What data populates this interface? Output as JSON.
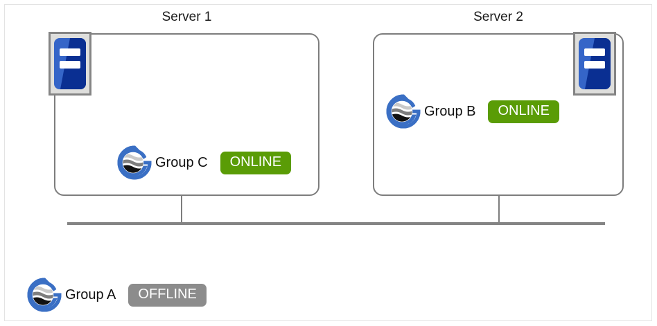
{
  "diagram": {
    "type": "cluster-topology",
    "background_color": "#ffffff",
    "frame_color": "#e3e3e3",
    "line_color": "#7d7d7d",
    "bus_line_color": "#848484"
  },
  "colors": {
    "online": "#5a9c06",
    "offline": "#8c8c8c",
    "logo_blue": "#3a6fc4",
    "server_icon_blue_light": "#3565c8",
    "server_icon_blue_dark": "#0a2f92",
    "server_icon_frame": "#848484",
    "server_icon_fill": "#dededc",
    "box_border": "#7d7d7d",
    "text": "#111111"
  },
  "servers": [
    {
      "title": "Server 1",
      "icon_name": "server-icon",
      "icon_position": "top-left",
      "groups": [
        {
          "name": "Group  C",
          "logo_name": "group-logo",
          "status": "ONLINE",
          "status_kind": "online"
        }
      ]
    },
    {
      "title": "Server 2",
      "icon_name": "server-icon",
      "icon_position": "top-right",
      "groups": [
        {
          "name": "Group  B",
          "logo_name": "group-logo",
          "status": "ONLINE",
          "status_kind": "online"
        }
      ]
    }
  ],
  "standalone_groups": [
    {
      "name": "Group  A",
      "logo_name": "group-logo",
      "status": "OFFLINE",
      "status_kind": "offline"
    }
  ]
}
